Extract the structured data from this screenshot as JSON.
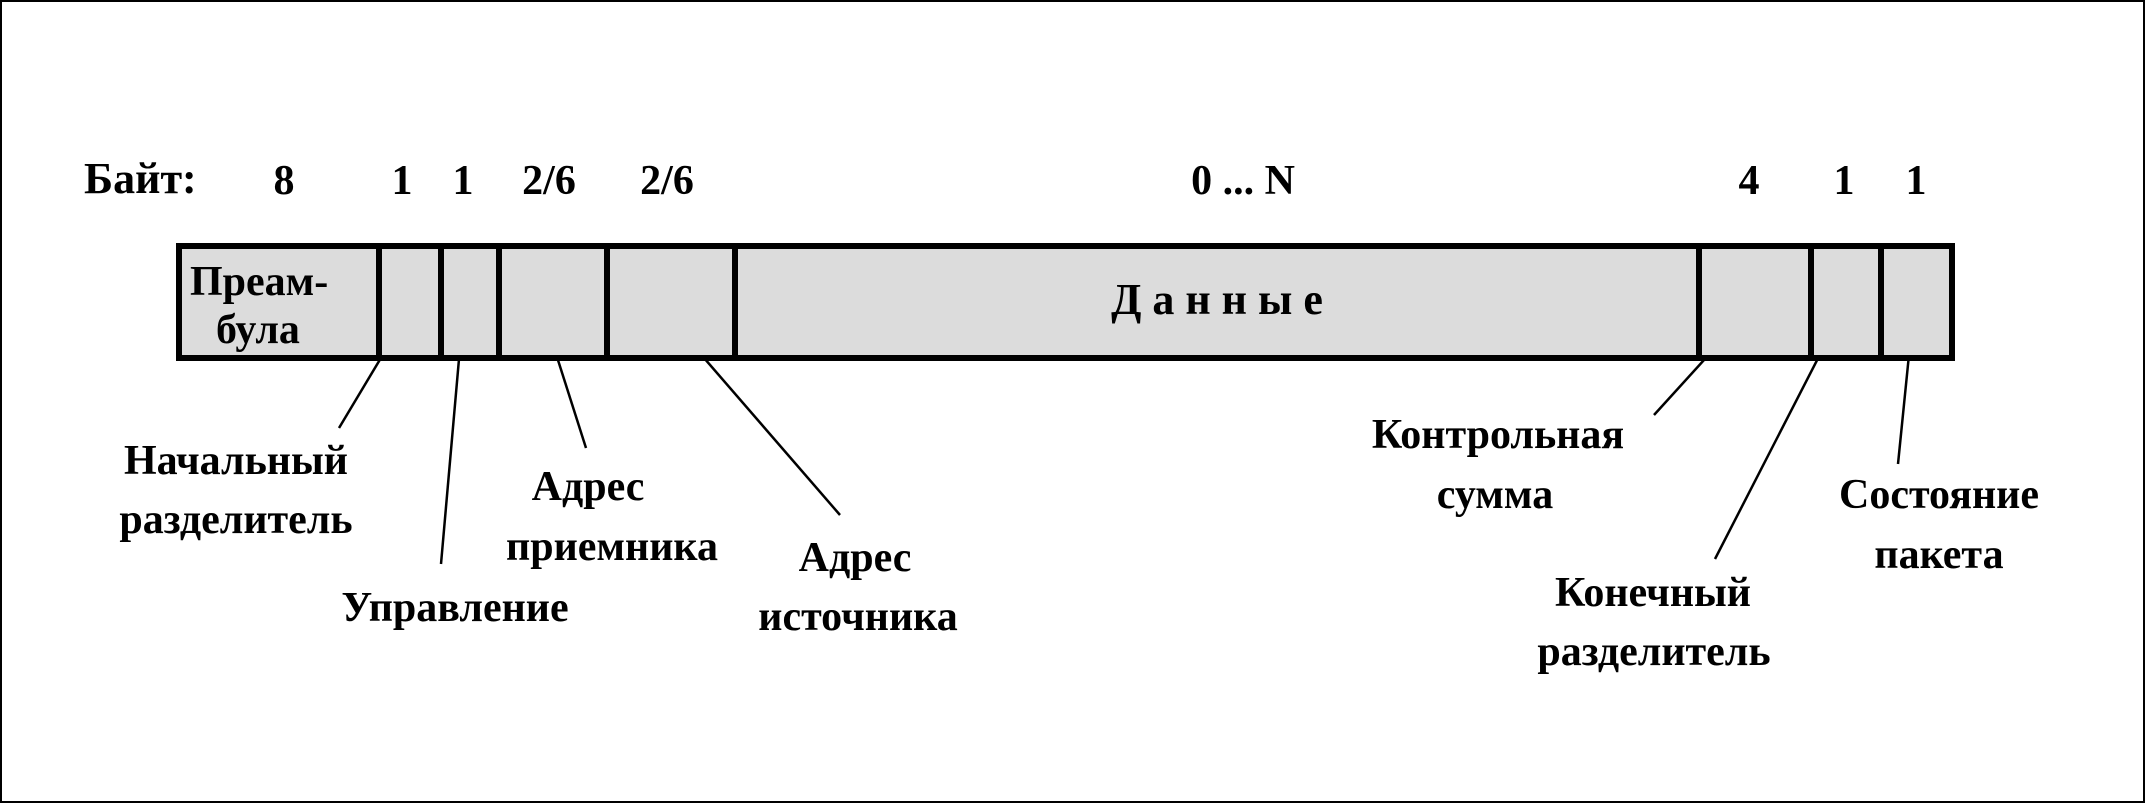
{
  "frame": {
    "byte_label": "Байт:",
    "fields": [
      {
        "bytes": "8",
        "label": [
          "Преам-",
          "була"
        ]
      },
      {
        "bytes": "1",
        "label": []
      },
      {
        "bytes": "1",
        "label": []
      },
      {
        "bytes": "2/6",
        "label": []
      },
      {
        "bytes": "2/6",
        "label": []
      },
      {
        "bytes": "0 ... N",
        "label": [
          "Д а н н ы е"
        ]
      },
      {
        "bytes": "4",
        "label": []
      },
      {
        "bytes": "1",
        "label": []
      },
      {
        "bytes": "1",
        "label": []
      }
    ],
    "callouts": [
      {
        "lines": [
          "Начальный",
          "разделитель"
        ]
      },
      {
        "lines": [
          "Управление"
        ]
      },
      {
        "lines": [
          "Адрес",
          "приемника"
        ]
      },
      {
        "lines": [
          "Адрес",
          "источника"
        ]
      },
      {
        "lines": [
          "Контрольная",
          "сумма"
        ]
      },
      {
        "lines": [
          "Конечный",
          "разделитель"
        ]
      },
      {
        "lines": [
          "Состояние",
          "пакета"
        ]
      }
    ]
  },
  "colors": {
    "field_fill": "#dcdcdc",
    "stroke": "#000000",
    "background": "#ffffff"
  }
}
